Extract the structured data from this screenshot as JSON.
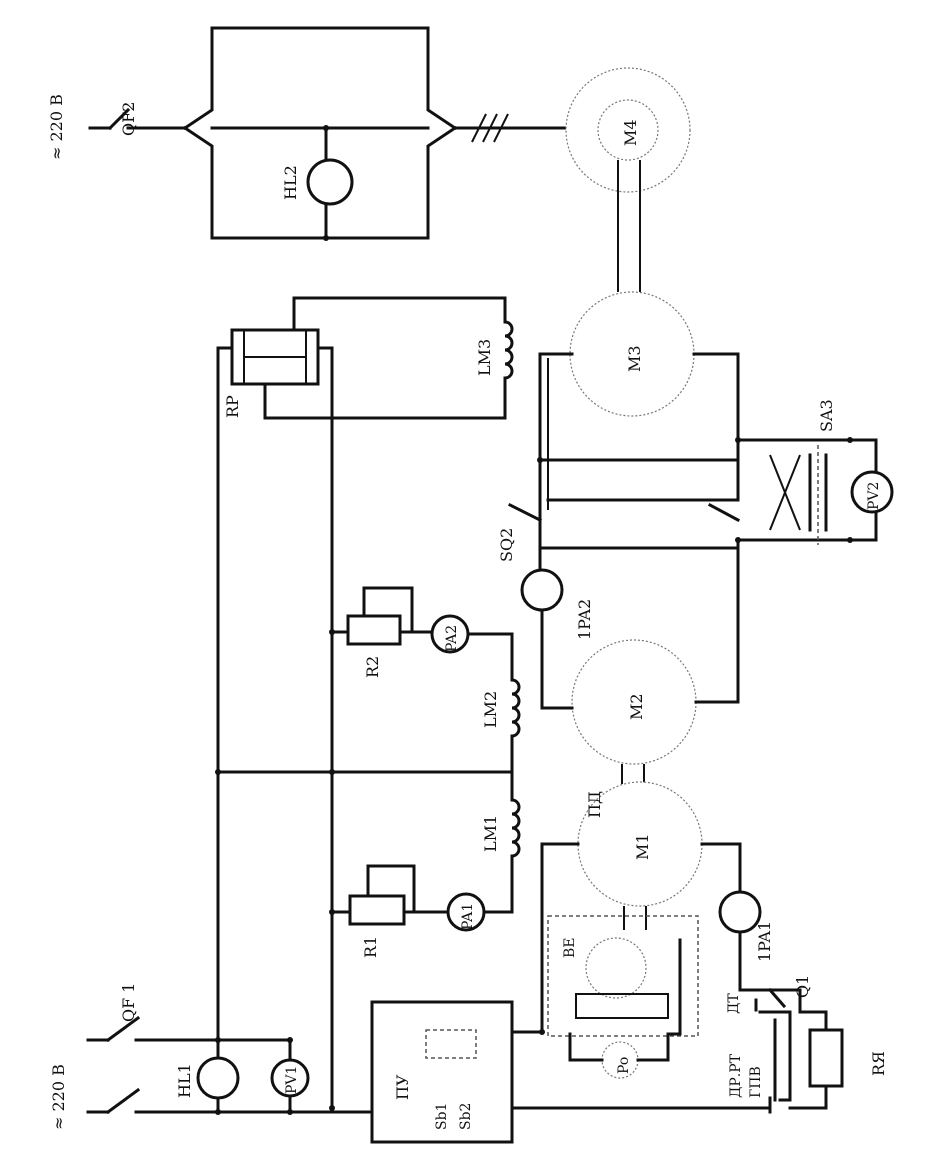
{
  "labels": {
    "supply_left": "≈ 220 В",
    "supply_top": "≈ 220 В",
    "qf1": "QF 1",
    "qf2": "QF2",
    "hl1": "HL1",
    "hl2": "HL2",
    "pv1": "PV1",
    "pv2": "PV2",
    "pu": "ПУ",
    "sb1": "Sb1",
    "sb2": "Sb2",
    "r1": "R1",
    "r2": "R2",
    "rp": "RP",
    "pa1": "PA1",
    "pa2": "PA2",
    "ipa1": "1PA1",
    "ipa2": "1PA2",
    "lm1": "LM1",
    "lm2": "LM2",
    "lm3": "LM3",
    "m1": "M1",
    "m2": "M2",
    "m3": "M3",
    "m4": "M4",
    "be": "BE",
    "po": "Po",
    "pd": "ПД",
    "sq2": "SQ2",
    "sa3": "SA3",
    "q1": "Q1",
    "rya": "RЯ",
    "dr": "ДР.РТ",
    "ptv": "ГПВ",
    "dt": "ДТ"
  }
}
